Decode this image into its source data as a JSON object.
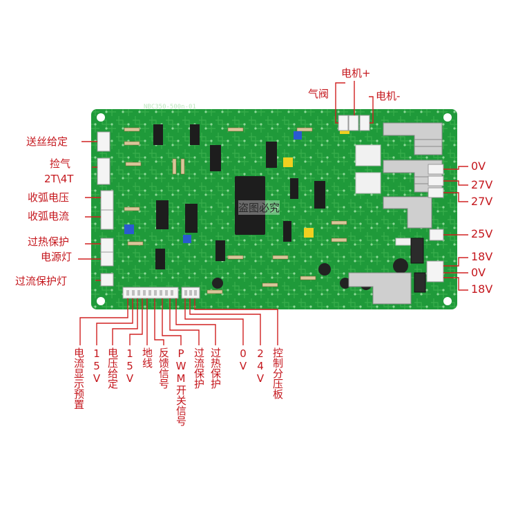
{
  "board": {
    "model_text": "NBC350-500n-01",
    "watermark": "盗图必究",
    "colors": {
      "pcb_green": "#1f9a3a",
      "trace_green": "#54c45f",
      "label_red": "#c4161c",
      "leader_red": "#d02020"
    }
  },
  "labels_left": [
    {
      "id": "wire-feed",
      "text": "送丝给定"
    },
    {
      "id": "gas-check",
      "text": "捡气"
    },
    {
      "id": "mode-2t4t",
      "text": "2T\\4T"
    },
    {
      "id": "crater-voltage",
      "text": "收弧电压"
    },
    {
      "id": "crater-current",
      "text": "收弧电流"
    },
    {
      "id": "overheat-protect",
      "text": "过热保护"
    },
    {
      "id": "power-light",
      "text": "电源灯"
    },
    {
      "id": "overcurrent-light",
      "text": "过流保护灯"
    }
  ],
  "labels_top": [
    {
      "id": "motor-plus",
      "text": "电机+"
    },
    {
      "id": "gas-valve",
      "text": "气阀"
    },
    {
      "id": "motor-minus",
      "text": "电机-"
    }
  ],
  "labels_right": [
    {
      "id": "r-0v-a",
      "text": "0V"
    },
    {
      "id": "r-27v-a",
      "text": "27V"
    },
    {
      "id": "r-27v-b",
      "text": "27V"
    },
    {
      "id": "r-25v",
      "text": "25V"
    },
    {
      "id": "r-18v-a",
      "text": "18V"
    },
    {
      "id": "r-0v-b",
      "text": "0V"
    },
    {
      "id": "r-18v-b",
      "text": "18V"
    }
  ],
  "labels_bottom": [
    {
      "id": "current-preset",
      "text": "电流显示预置"
    },
    {
      "id": "b-15v-a",
      "text": "15V"
    },
    {
      "id": "voltage-set",
      "text": "电压给定"
    },
    {
      "id": "b-15v-b",
      "text": "15V"
    },
    {
      "id": "ground",
      "text": "地线"
    },
    {
      "id": "feedback",
      "text": "反馈信号"
    },
    {
      "id": "pwm-switch",
      "text": "PWM开关信号"
    },
    {
      "id": "b-overcurrent",
      "text": "过流保护"
    },
    {
      "id": "b-overheat",
      "text": "过热保护"
    },
    {
      "id": "b-0v",
      "text": "0V"
    },
    {
      "id": "b-24v",
      "text": "24V"
    },
    {
      "id": "divider-board",
      "text": "控制分压板"
    }
  ]
}
